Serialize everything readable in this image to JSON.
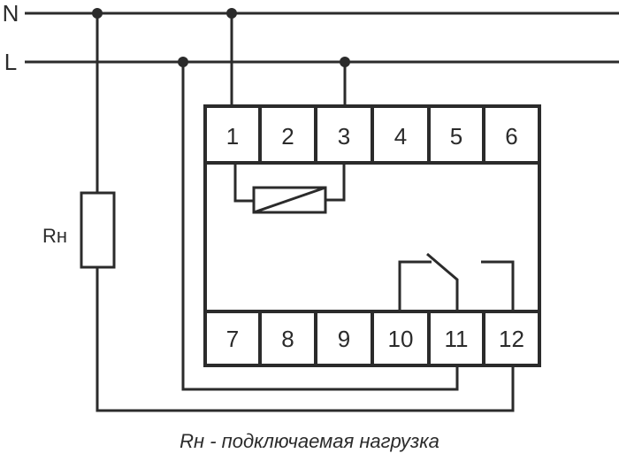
{
  "lines": {
    "neutral": "N",
    "live": "L"
  },
  "load_label": "Rн",
  "terminals_top": [
    "1",
    "2",
    "3",
    "4",
    "5",
    "6"
  ],
  "terminals_bottom": [
    "7",
    "8",
    "9",
    "10",
    "11",
    "12"
  ],
  "caption": "Rн - подключаемая нагрузка",
  "colors": {
    "stroke": "#2b2b2b"
  }
}
